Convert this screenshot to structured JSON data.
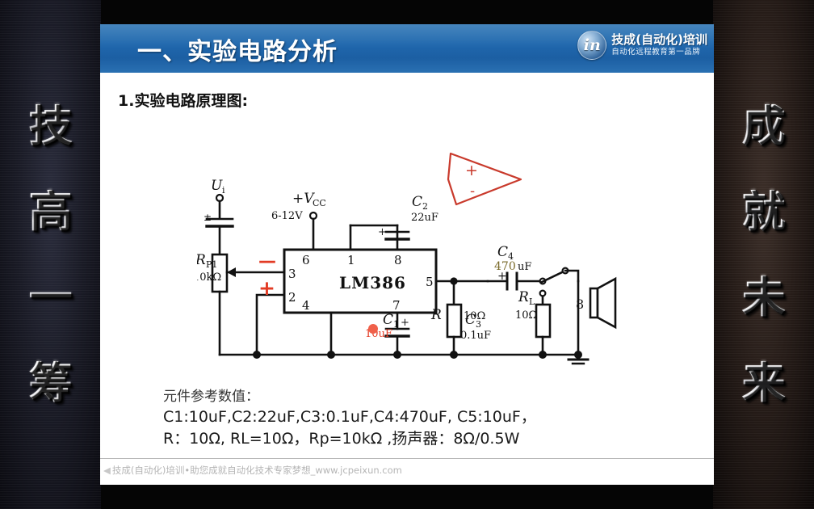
{
  "sidebar_left": {
    "name": "left-slogan",
    "chars": [
      "技",
      "高",
      "一",
      "筹"
    ]
  },
  "sidebar_right": {
    "name": "right-slogan",
    "chars": [
      "成",
      "就",
      "未",
      "来"
    ]
  },
  "header": {
    "title": "一、实验电路分析",
    "brand_mark_text": "in",
    "brand_name": "技成(自动化)培训",
    "brand_slogan": "自动化远程教育第一品牌",
    "bg_color": "#1f67ad"
  },
  "body": {
    "section_heading": "1.实验电路原理图:"
  },
  "values": {
    "caption": "元件参考数值：",
    "line1": "C1:10uF,C2:22uF,C3:0.1uF,C4:470uF, C5:10uF，",
    "line2": "R：10Ω, RL=10Ω，Rp=10kΩ ,扬声器：8Ω/0.5W"
  },
  "footer": {
    "arrow": "◀",
    "text": "技成(自动化)培训•助您成就自动化技术专家梦想_www.jcpeixun.com"
  },
  "circuit": {
    "chip_name": "LM386",
    "pins": [
      "6",
      "1",
      "8",
      "3",
      "5",
      "2",
      "4",
      "7"
    ],
    "labels": {
      "input": "U",
      "input_sub": "i",
      "vcc": "+V",
      "vcc_sub": "CC",
      "vcc_range": "6-12V",
      "rp1": "R",
      "rp1_sub": "P1",
      "rp1_value": "10kΩ",
      "c1": "C",
      "c1_sub": "1",
      "c1_value": "10uF",
      "c2": "C",
      "c2_sub": "2",
      "c2_value": "22uF",
      "c3": "C",
      "c3_sub": "3",
      "c3_value": "0.1uF",
      "c4": "C",
      "c4_sub": "4",
      "c4_value": "470",
      "c4_unit": "uF",
      "r": "R",
      "r_value": "10Ω",
      "rl": "R",
      "rl_sub": "L",
      "rl_value": "10Ω",
      "speaker_value": "8",
      "plus": "+",
      "minus": "-"
    },
    "annotations": {
      "minus_mark": "—",
      "plus_mark": "+",
      "opamp_plus": "+",
      "opamp_minus": "-",
      "color": "#e23b24"
    }
  }
}
